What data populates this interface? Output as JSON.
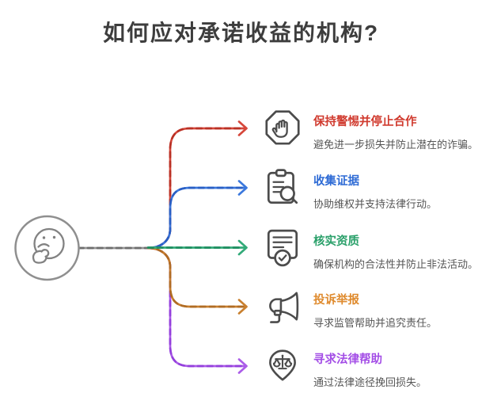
{
  "page": {
    "title": "如何应对承诺收益的机构?",
    "background_color": "#ffffff",
    "title_color": "#3d3d3d"
  },
  "center_node": {
    "icon": "thinking-face-icon",
    "circle_color": "#8f8f8f",
    "face_color": "#828282"
  },
  "trunk": {
    "line_color": "#969696",
    "dash_color": "#6e6e6e"
  },
  "icon_style": {
    "stroke_color": "#4c4c4c"
  },
  "branches": [
    {
      "id": "stay-alert",
      "icon": "stop-hand-icon",
      "title": "保持警惕并停止合作",
      "description": "避免进一步损失并防止潜在的诈骗。",
      "title_color": "#d03a2e",
      "line_color": "#d6473b",
      "dash_color": "#b93125"
    },
    {
      "id": "collect-evidence",
      "icon": "clipboard-search-icon",
      "title": "收集证据",
      "description": "协助维权并支持法律行动。",
      "title_color": "#2e6bd5",
      "line_color": "#3b78dd",
      "dash_color": "#2a5fc4"
    },
    {
      "id": "verify-credentials",
      "icon": "document-check-icon",
      "title": "核实资质",
      "description": "确保机构的合法性并防止非法活动。",
      "title_color": "#2aa06a",
      "line_color": "#33ab79",
      "dash_color": "#218f62"
    },
    {
      "id": "file-complaint",
      "icon": "megaphone-icon",
      "title": "投诉举报",
      "description": "寻求监管帮助并追究责任。",
      "title_color": "#df8a2d",
      "line_color": "#c9802f",
      "dash_color": "#b06c24"
    },
    {
      "id": "seek-legal-help",
      "icon": "scales-pin-icon",
      "title": "寻求法律帮助",
      "description": "通过法律途径挽回损失。",
      "title_color": "#a34de6",
      "line_color": "#ab5ce8",
      "dash_color": "#9440dc"
    }
  ]
}
